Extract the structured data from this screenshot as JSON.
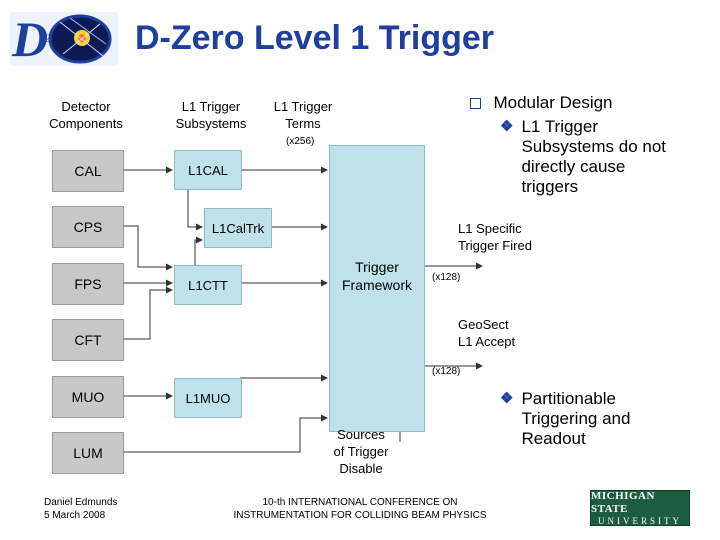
{
  "header": {
    "title": "D-Zero Level 1 Trigger"
  },
  "diagram": {
    "col_detector": "Detector\nComponents",
    "col_subsystems": "L1 Trigger\nSubsystems",
    "col_terms": "L1 Trigger\nTerms",
    "terms_count": "(x256)",
    "detectors": [
      "CAL",
      "CPS",
      "FPS",
      "CFT",
      "MUO",
      "LUM"
    ],
    "subsystems": {
      "l1cal": "L1CAL",
      "l1caltrk": "L1CalTrk",
      "l1ctt": "L1CTT",
      "l1muo": "L1MUO"
    },
    "framework": "Trigger\nFramework",
    "specific_fired": "L1 Specific\nTrigger Fired",
    "specific_count": "(x128)",
    "geosect": "GeoSect\nL1 Accept",
    "geosect_count": "(x128)",
    "sources_disable": "Sources\nof Trigger\nDisable"
  },
  "bullets": {
    "main": "Modular Design",
    "sub1": "L1 Trigger\nSubsystems do not\ndirectly cause\ntriggers",
    "sub2": "Partitionable\nTriggering and\nReadout"
  },
  "footer": {
    "author": "Daniel Edmunds",
    "date": "5 March 2008",
    "conf_line1": "10-th INTERNATIONAL CONFERENCE  ON",
    "conf_line2": "INSTRUMENTATION FOR COLLIDING BEAM PHYSICS",
    "msu_line1": "MICHIGAN STATE",
    "msu_line2": "UNIVERSITY"
  },
  "colors": {
    "title": "#1e3f9e",
    "detector_box": "#c8c8c8",
    "trigger_box": "#bfe2ea",
    "msu_green": "#1d5c3e"
  },
  "icons": [
    "d0-logo",
    "square-bullet-icon",
    "diamond-bullet-icon",
    "msu-logo"
  ]
}
